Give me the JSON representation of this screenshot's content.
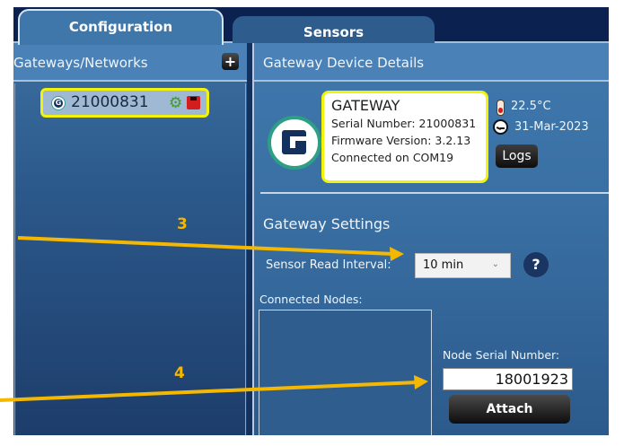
{
  "tabs": [
    {
      "label": "Configuration",
      "active": true
    },
    {
      "label": "Sensors",
      "active": false
    }
  ],
  "left_panel": {
    "header": "Gateways/Networks",
    "add_button": "+",
    "gateways": [
      {
        "badge": "G",
        "serial": "21000831",
        "icons": [
          "gear-icon",
          "save-icon"
        ],
        "selected": true
      }
    ]
  },
  "right_panel": {
    "header": "Gateway Device Details",
    "device": {
      "title": "GATEWAY",
      "serial_line": "Serial Number: 21000831",
      "firmware_line": "Firmware Version: 3.2.13",
      "connection_line": "Connected on COM19",
      "temperature": "22.5°C",
      "date": "31-Mar-2023",
      "logs_label": "Logs"
    },
    "settings": {
      "title": "Gateway Settings",
      "sensor_read_interval_label": "Sensor Read Interval:",
      "sensor_read_interval_value": "10 min",
      "help_label": "?",
      "connected_nodes_label": "Connected Nodes:",
      "connected_nodes": [],
      "node_serial_label": "Node Serial Number:",
      "node_serial_value": "18001923",
      "attach_label": "Attach"
    }
  },
  "annotations": [
    {
      "number": "3",
      "color": "#f5b800",
      "target": "sensor-read-interval-select"
    },
    {
      "number": "4",
      "color": "#f5b800",
      "target": "node-serial-input"
    }
  ]
}
